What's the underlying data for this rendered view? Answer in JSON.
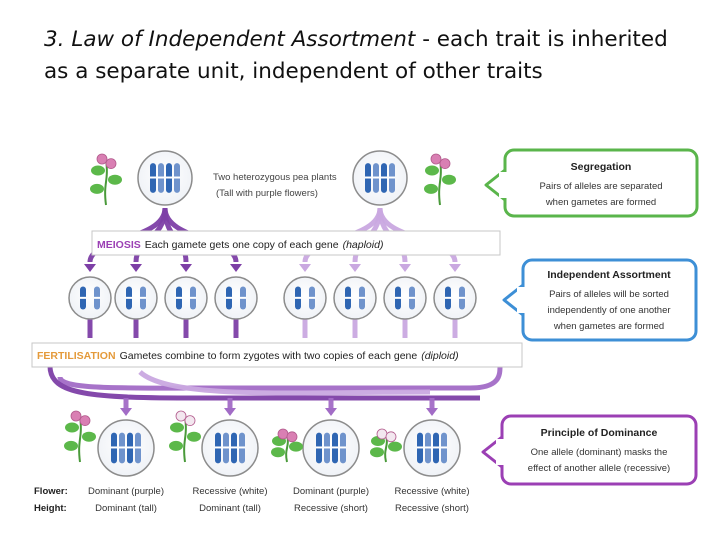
{
  "slide": {
    "title_italic": "3. Law of Independent Assortment",
    "title_rest": " - each trait is inherited as a separate unit, independent of other traits"
  },
  "diagram": {
    "parents_label_line1": "Two heterozygous pea plants",
    "parents_label_line2": "(Tall with purple flowers)",
    "meiosis_keyword": "MEIOSIS",
    "meiosis_text": "Each gamete gets one copy of each gene",
    "meiosis_note": "(haploid)",
    "fertilisation_keyword": "FERTILISATION",
    "fertilisation_text": "Gametes combine to form zygotes with two copies of each gene",
    "fertilisation_note": "(diploid)",
    "principles": [
      {
        "title": "Segregation",
        "lines": [
          "Pairs of alleles are separated",
          "when gametes are formed"
        ],
        "color": "#5ab54b"
      },
      {
        "title": "Independent Assortment",
        "lines": [
          "Pairs of alleles will be sorted",
          "independently of one another",
          "when gametes are formed"
        ],
        "color": "#3d8fd6"
      },
      {
        "title": "Principle of Dominance",
        "lines": [
          "One allele (dominant) masks the",
          "effect of another allele (recessive)"
        ],
        "color": "#9b3fb4"
      }
    ],
    "row_labels": {
      "flower": "Flower:",
      "height": "Height:"
    },
    "offspring": [
      {
        "flower": "Dominant (purple)",
        "height": "Dominant (tall)"
      },
      {
        "flower": "Recessive (white)",
        "height": "Dominant (tall)"
      },
      {
        "flower": "Dominant (purple)",
        "height": "Recessive (short)"
      },
      {
        "flower": "Recessive (white)",
        "height": "Recessive (short)"
      }
    ],
    "colors": {
      "arrow_dark": "#7d3fa6",
      "arrow_mid": "#a26cc6",
      "arrow_light": "#c9a8e0",
      "chromosome": "#2f66b3",
      "cell_border": "#8c8c8c",
      "meiosis_accent": "#9b3fb4",
      "fertilisation_accent": "#e49a3a"
    }
  }
}
